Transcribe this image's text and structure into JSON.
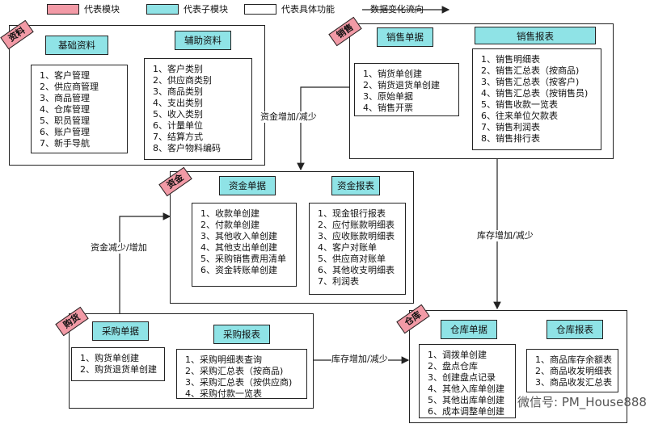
{
  "legend": [
    {
      "label": "代表模块",
      "color": "#f29aa6"
    },
    {
      "label": "代表子模块",
      "color": "#8fe3e6"
    },
    {
      "label": "代表具体功能",
      "color": "#ffffff"
    },
    {
      "label": "数据变化流向"
    }
  ],
  "modules": {
    "ziliao": {
      "tag": "资料",
      "sub1": {
        "title": "基础资料",
        "items": [
          "1、客户管理",
          "2、供应商管理",
          "3、商品管理",
          "4、仓库管理",
          "5、职员管理",
          "6、账户管理",
          "7、新手导航"
        ]
      },
      "sub2": {
        "title": "辅助资料",
        "items": [
          "1、客户类别",
          "2、供应商类别",
          "3、商品类别",
          "4、支出类别",
          "5、收入类别",
          "6、计量单位",
          "7、结算方式",
          "8、客户物料编码"
        ]
      }
    },
    "xiaoshou": {
      "tag": "销售",
      "sub1": {
        "title": "销售单据",
        "items": [
          "1、销货单创建",
          "2、销货退货单创建",
          "3、原始单据",
          "4、销售开票"
        ]
      },
      "sub2": {
        "title": "销售报表",
        "items": [
          "1、销售明细表",
          "2、销售汇总表（按商品)",
          "3、销售汇总表（按客户)",
          "4、销售汇总表（按销售员)",
          "5、销售收款一览表",
          "6、往来单位欠款表",
          "7、销售利润表",
          "8、销售排行表"
        ]
      }
    },
    "zijin": {
      "tag": "资金",
      "sub1": {
        "title": "资金单据",
        "items": [
          "1、收款单创建",
          "2、付款单创建",
          "3、其他收入单创建",
          "4、其他支出单创建",
          "5、采购销售费用清单",
          "6、资金转账单创建"
        ]
      },
      "sub2": {
        "title": "资金报表",
        "items": [
          "1、现金银行报表",
          "2、应付账款明细表",
          "3、应收账款明细表",
          "4、客户对账单",
          "5、供应商对账单",
          "6、其他收支明细表",
          "7、利润表"
        ]
      }
    },
    "gouhuo": {
      "tag": "购货",
      "sub1": {
        "title": "采购单据",
        "items": [
          "1、购货单创建",
          "2、购货退货单创建"
        ]
      },
      "sub2": {
        "title": "采购报表",
        "items": [
          "1、采购明细表查询",
          "2、采购汇总表（按商品)",
          "3、采购汇总表（按供应商)",
          "4、采购付款一览表"
        ]
      }
    },
    "cangku": {
      "tag": "仓库",
      "sub1": {
        "title": "仓库单据",
        "items": [
          "1、调拨单创建",
          "2、盘点仓库",
          "3、创建盘点记录",
          "4、其他入库单创建",
          "5、其他出库单创建",
          "6、成本调整单创建"
        ]
      },
      "sub2": {
        "title": "仓库报表",
        "items": [
          "1、商品库存余额表",
          "2、商品收发明细表",
          "3、商品收发汇总表"
        ]
      }
    }
  },
  "edges": {
    "sales_to_fund": "资金增加/减少",
    "purchase_to_fund": "资金减少/增加",
    "sales_to_stock": "库存增加/减少",
    "purchase_to_stock": "库存增加/减少"
  },
  "watermark": "微信号: PM_House888"
}
